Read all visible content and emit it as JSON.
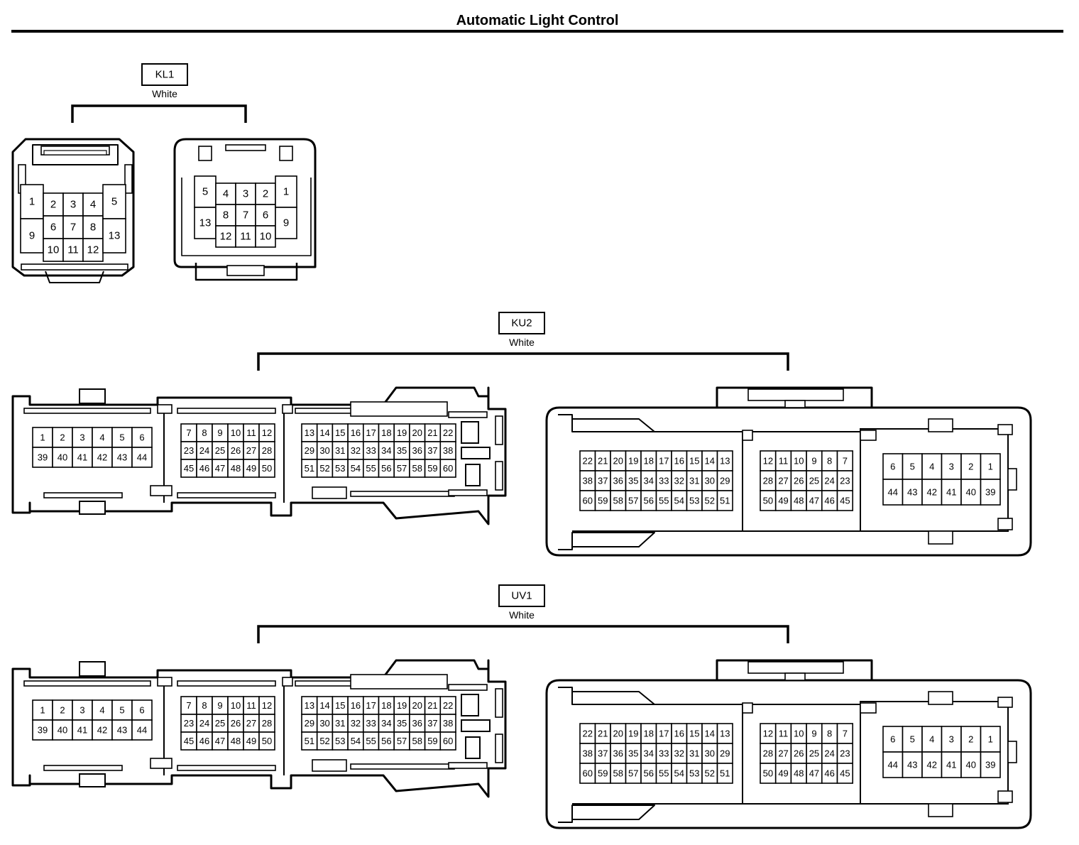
{
  "title": "Automatic Light Control",
  "connectors": [
    {
      "id": "kl1",
      "code": "KL1",
      "color": "White",
      "male": {
        "left_col": [
          "1",
          "9"
        ],
        "center": [
          [
            "2",
            "3",
            "4"
          ],
          [
            "6",
            "7",
            "8"
          ],
          [
            "10",
            "11",
            "12"
          ]
        ],
        "right_col": [
          "5",
          "13"
        ]
      },
      "female": {
        "left_col": [
          "5",
          "13"
        ],
        "center": [
          [
            "4",
            "3",
            "2"
          ],
          [
            "8",
            "7",
            "6"
          ],
          [
            "12",
            "11",
            "10"
          ]
        ],
        "right_col": [
          "1",
          "9"
        ]
      }
    },
    {
      "id": "ku2",
      "code": "KU2",
      "color": "White",
      "male": {
        "block_a": [
          [
            "1",
            "2",
            "3",
            "4",
            "5",
            "6"
          ],
          [
            "39",
            "40",
            "41",
            "42",
            "43",
            "44"
          ]
        ],
        "block_b": [
          [
            "7",
            "8",
            "9",
            "10",
            "11",
            "12"
          ],
          [
            "23",
            "24",
            "25",
            "26",
            "27",
            "28"
          ],
          [
            "45",
            "46",
            "47",
            "48",
            "49",
            "50"
          ]
        ],
        "block_c": [
          [
            "13",
            "14",
            "15",
            "16",
            "17",
            "18",
            "19",
            "20",
            "21",
            "22"
          ],
          [
            "29",
            "30",
            "31",
            "32",
            "33",
            "34",
            "35",
            "36",
            "37",
            "38"
          ],
          [
            "51",
            "52",
            "53",
            "54",
            "55",
            "56",
            "57",
            "58",
            "59",
            "60"
          ]
        ]
      },
      "female": {
        "block_a": [
          [
            "22",
            "21",
            "20",
            "19",
            "18",
            "17",
            "16",
            "15",
            "14",
            "13"
          ],
          [
            "38",
            "37",
            "36",
            "35",
            "34",
            "33",
            "32",
            "31",
            "30",
            "29"
          ],
          [
            "60",
            "59",
            "58",
            "57",
            "56",
            "55",
            "54",
            "53",
            "52",
            "51"
          ]
        ],
        "block_b": [
          [
            "12",
            "11",
            "10",
            "9",
            "8",
            "7"
          ],
          [
            "28",
            "27",
            "26",
            "25",
            "24",
            "23"
          ],
          [
            "50",
            "49",
            "48",
            "47",
            "46",
            "45"
          ]
        ],
        "block_c": [
          [
            "6",
            "5",
            "4",
            "3",
            "2",
            "1"
          ],
          [
            "44",
            "43",
            "42",
            "41",
            "40",
            "39"
          ]
        ]
      }
    },
    {
      "id": "uv1",
      "code": "UV1",
      "color": "White",
      "male": {
        "block_a": [
          [
            "1",
            "2",
            "3",
            "4",
            "5",
            "6"
          ],
          [
            "39",
            "40",
            "41",
            "42",
            "43",
            "44"
          ]
        ],
        "block_b": [
          [
            "7",
            "8",
            "9",
            "10",
            "11",
            "12"
          ],
          [
            "23",
            "24",
            "25",
            "26",
            "27",
            "28"
          ],
          [
            "45",
            "46",
            "47",
            "48",
            "49",
            "50"
          ]
        ],
        "block_c": [
          [
            "13",
            "14",
            "15",
            "16",
            "17",
            "18",
            "19",
            "20",
            "21",
            "22"
          ],
          [
            "29",
            "30",
            "31",
            "32",
            "33",
            "34",
            "35",
            "36",
            "37",
            "38"
          ],
          [
            "51",
            "52",
            "53",
            "54",
            "55",
            "56",
            "57",
            "58",
            "59",
            "60"
          ]
        ]
      },
      "female": {
        "block_a": [
          [
            "22",
            "21",
            "20",
            "19",
            "18",
            "17",
            "16",
            "15",
            "14",
            "13"
          ],
          [
            "38",
            "37",
            "36",
            "35",
            "34",
            "33",
            "32",
            "31",
            "30",
            "29"
          ],
          [
            "60",
            "59",
            "58",
            "57",
            "56",
            "55",
            "54",
            "53",
            "52",
            "51"
          ]
        ],
        "block_b": [
          [
            "12",
            "11",
            "10",
            "9",
            "8",
            "7"
          ],
          [
            "28",
            "27",
            "26",
            "25",
            "24",
            "23"
          ],
          [
            "50",
            "49",
            "48",
            "47",
            "46",
            "45"
          ]
        ],
        "block_c": [
          [
            "6",
            "5",
            "4",
            "3",
            "2",
            "1"
          ],
          [
            "44",
            "43",
            "42",
            "41",
            "40",
            "39"
          ]
        ]
      }
    }
  ]
}
